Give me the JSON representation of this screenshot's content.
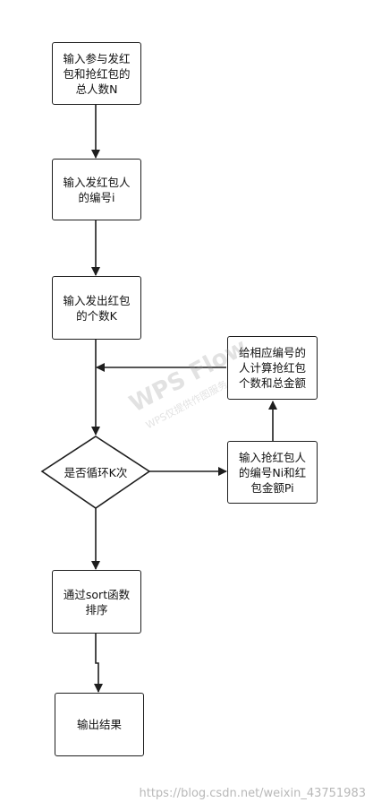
{
  "nodes": {
    "input_total": "输入参与发红\n包和抢红包的\n总人数N",
    "input_sender": "输入发红包人\n的编号i",
    "input_count": "输入发出红包\n的个数K",
    "decision_loop": "是否循环K次",
    "input_grabber": "输入抢红包人\n的编号Ni和红\n包金额Pi",
    "calc_totals": "给相应编号的\n人计算抢红包\n个数和总金额",
    "sort_call": "通过sort函数\n排序",
    "output": "输出结果"
  },
  "watermark": {
    "main": "WPS Flow",
    "sub": "WPS仅提供作图服务"
  },
  "footer": {
    "url": "https://blog.csdn.net/weixin_43751983"
  },
  "colors": {
    "stroke": "#1e1e1e",
    "background": "#ffffff"
  }
}
